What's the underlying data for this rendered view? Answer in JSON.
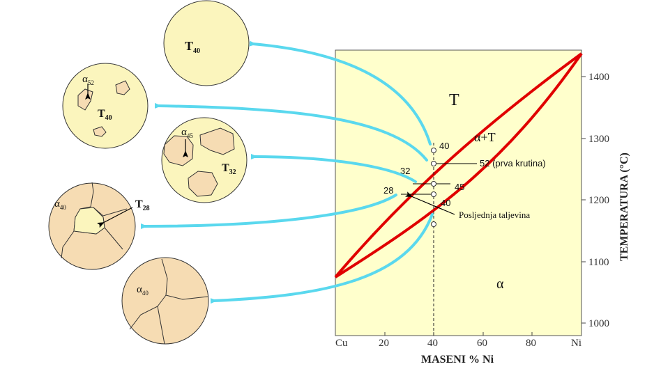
{
  "diagram": {
    "axes": {
      "xlabel": "MASENI % Ni",
      "ylabel": "TEMPERATURA (°C)",
      "x_ticks": [
        "Cu",
        "20",
        "40",
        "60",
        "80",
        "Ni"
      ],
      "y_ticks": [
        "1000",
        "1100",
        "1200",
        "1300",
        "1400"
      ]
    },
    "regions": {
      "liquid": "T",
      "two_phase": "α+T",
      "solid": "α"
    },
    "point_labels": {
      "liq_start": "40",
      "first_solid": "52 (prva krutina)",
      "liquidus_32": "32",
      "solidus_45": "45",
      "liquidus_28": "28",
      "solid_40": "40"
    },
    "annotation_last_liquid": "Posljednja taljevina",
    "microstructures": {
      "m1": {
        "phase": "T",
        "sub": "40"
      },
      "m2_alpha": {
        "phase": "α",
        "sub": "52"
      },
      "m2_liquid": {
        "phase": "T",
        "sub": "40"
      },
      "m3_alpha": {
        "phase": "α",
        "sub": "45"
      },
      "m3_liquid": {
        "phase": "T",
        "sub": "32"
      },
      "m4_alpha": {
        "phase": "α",
        "sub": "40"
      },
      "m4_liquid": {
        "phase": "T",
        "sub": "28"
      },
      "m5_alpha": {
        "phase": "α",
        "sub": "40"
      }
    },
    "colors": {
      "chart_bg": "#ffffcc",
      "phase_lines": "#e00000",
      "arrows": "#5ad8ee",
      "grain_fill": "#f6dcb3",
      "micro_bg": "#fbf5bd"
    }
  }
}
